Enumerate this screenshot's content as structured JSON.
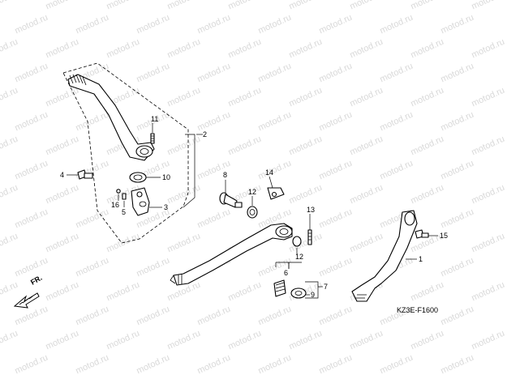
{
  "diagram": {
    "code": "KZ3E-F1600",
    "watermark": "motod.ru",
    "direction_label": "FR.",
    "callouts": {
      "c1": "1",
      "c2": "2",
      "c3": "3",
      "c4": "4",
      "c5": "5",
      "c6": "6",
      "c7": "7",
      "c8": "8",
      "c9": "9",
      "c10": "10",
      "c11": "11",
      "c12a": "12",
      "c12b": "12",
      "c13": "13",
      "c14": "14",
      "c15": "15",
      "c16": "16"
    }
  }
}
